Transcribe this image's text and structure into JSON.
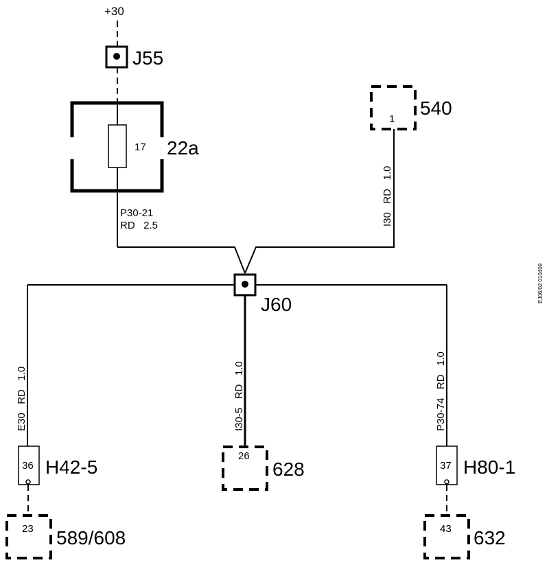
{
  "supply": {
    "label": "+30"
  },
  "connectors": {
    "j55": "J55",
    "j60": "J60"
  },
  "fuse_box": {
    "label": "22a",
    "fuse_number": "17"
  },
  "wires": {
    "fuse_out": {
      "code": "P30-21",
      "color_size": "RD   2.5"
    },
    "to_540": {
      "text": "I30   RD   1.0"
    },
    "to_h42": {
      "text": "E30   RD   1.0"
    },
    "to_628": {
      "text": "I30-5   RD   1.0"
    },
    "to_h80": {
      "text": "P30-74   RD   1.0"
    }
  },
  "components": {
    "c540": {
      "label": "540",
      "pin": "1"
    },
    "h42": {
      "label": "H42-5",
      "pin": "36"
    },
    "c628": {
      "label": "628",
      "pin": "26"
    },
    "h80": {
      "label": "H80-1",
      "pin": "37"
    },
    "c589": {
      "label": "589/608",
      "pin": "23"
    },
    "c632": {
      "label": "632",
      "pin": "43"
    }
  },
  "doc_id": "EJ06/02 010409"
}
